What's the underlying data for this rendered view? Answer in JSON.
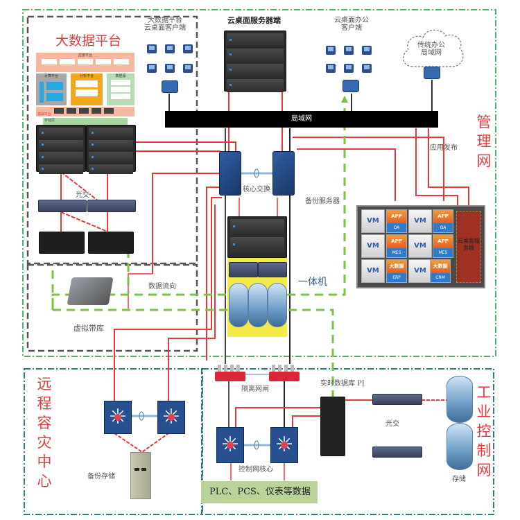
{
  "zones": {
    "management_net": "管\n理\n网",
    "remote_dr": "远\n程\n容\n灾\n中\n心",
    "industrial_control": "工\n业\n控\n制\n网"
  },
  "big_data_platform": {
    "title": "大数据平台",
    "layers": {
      "application": "应用平台",
      "analysis": "分析平台",
      "core": "计算平台",
      "data_sources": "数据源",
      "storage": "存储层",
      "base": "基础平台"
    },
    "switch_label": "光交"
  },
  "top": {
    "bigdata_clients_label": "大数据平台\n云桌面客户端",
    "cloud_desktop_server_label": "云桌面服务器端",
    "cloud_office_clients_label": "云桌面办公\n客户端",
    "traditional_office_lan_label": "传统办公\n局域网",
    "lan_bar_label": "局域网",
    "app_publish_label": "应用发布"
  },
  "middle": {
    "core_switch_label": "核心交换",
    "backup_server_label": "备份服务器",
    "all_in_one_label": "一体机",
    "data_flow_label": "数据流向",
    "virtual_tape_label": "虚拟带库",
    "cloud_server_label": "云桌面服务器"
  },
  "vm_grid": {
    "vm_label": "VM",
    "apps": [
      {
        "top": "APP",
        "bottom": "OA"
      },
      {
        "top": "APP",
        "bottom": "OA"
      },
      {
        "top": "APP",
        "bottom": "MES"
      },
      {
        "top": "APP",
        "bottom": "MES"
      },
      {
        "top": "大数据",
        "bottom": "ERP"
      },
      {
        "top": "大数据",
        "bottom": "CRM"
      }
    ]
  },
  "bottom": {
    "backup_storage_label": "备份存储",
    "gateway_label": "隔离网闸",
    "control_core_label": "控制网核心",
    "realtime_db_label": "实时数据库 PI",
    "optical_switch_label": "光交",
    "storage_label": "存储",
    "plc_data_label": "PLC、PCS、仪表等数据"
  },
  "colors": {
    "red_link": "#e8383b",
    "green_flow": "#7dc142",
    "zone_teal": "#2e7b82",
    "zone_green": "#4db36a",
    "lan_bar": "#000000",
    "allinone_bg": "#f3e94a",
    "plc_bg": "#b9d39b"
  }
}
